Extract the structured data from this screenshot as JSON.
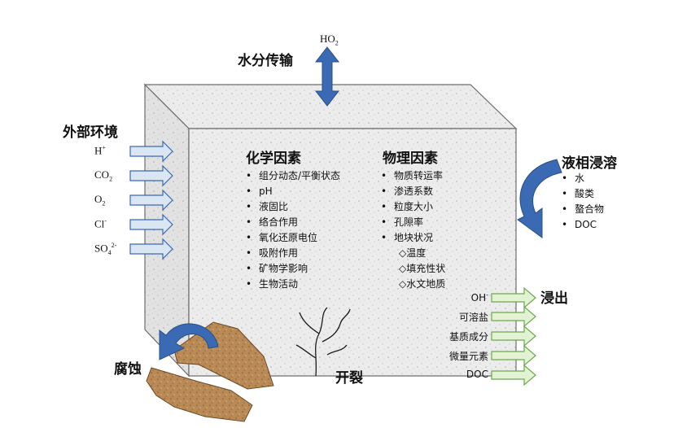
{
  "diagram": {
    "top": {
      "label": "水分传输",
      "formula": "HO",
      "formula_sub": "2"
    },
    "external": {
      "title": "外部环境",
      "inputs": [
        {
          "base": "H",
          "sup": "+",
          "sub": ""
        },
        {
          "base": "CO",
          "sup": "",
          "sub": "2"
        },
        {
          "base": "O",
          "sup": "",
          "sub": "2"
        },
        {
          "base": "Cl",
          "sup": "-",
          "sub": ""
        },
        {
          "base": "SO",
          "sup": "2-",
          "sub": "4"
        }
      ]
    },
    "chemical": {
      "title": "化学因素",
      "items": [
        "组分动态/平衡状态",
        "pH",
        "液固比",
        "络合作用",
        "氧化还原电位",
        "吸附作用",
        "矿物学影响",
        "生物活动"
      ]
    },
    "physical": {
      "title": "物理因素",
      "items": [
        "物质转运率",
        "渗透系数",
        "粒度大小",
        "孔隙率",
        "地块状况"
      ],
      "subitems": [
        "◇温度",
        "◇填充性状",
        "◇水文地质"
      ]
    },
    "liquid": {
      "title": "液相浸溶",
      "items": [
        "水",
        "酸类",
        "螯合物",
        "DOC"
      ]
    },
    "leach": {
      "title": "浸出",
      "items": [
        {
          "base": "OH",
          "sup": "-"
        },
        {
          "base": "可溶盐",
          "sup": ""
        },
        {
          "base": "基质成分",
          "sup": ""
        },
        {
          "base": "微量元素",
          "sup": ""
        },
        {
          "base": "DOC",
          "sup": ""
        }
      ]
    },
    "corrosion": {
      "label": "腐蚀"
    },
    "crack": {
      "label": "开裂"
    },
    "colors": {
      "cube_fill": "#ebebeb",
      "cube_edge": "#6e6e6e",
      "blue_arrow": "#3a6ab3",
      "blue_arrow_light": "#dbe6f5",
      "green_arrow": "#e4f2d4",
      "green_edge": "#6aa84f",
      "rock": "#b98a55"
    }
  }
}
